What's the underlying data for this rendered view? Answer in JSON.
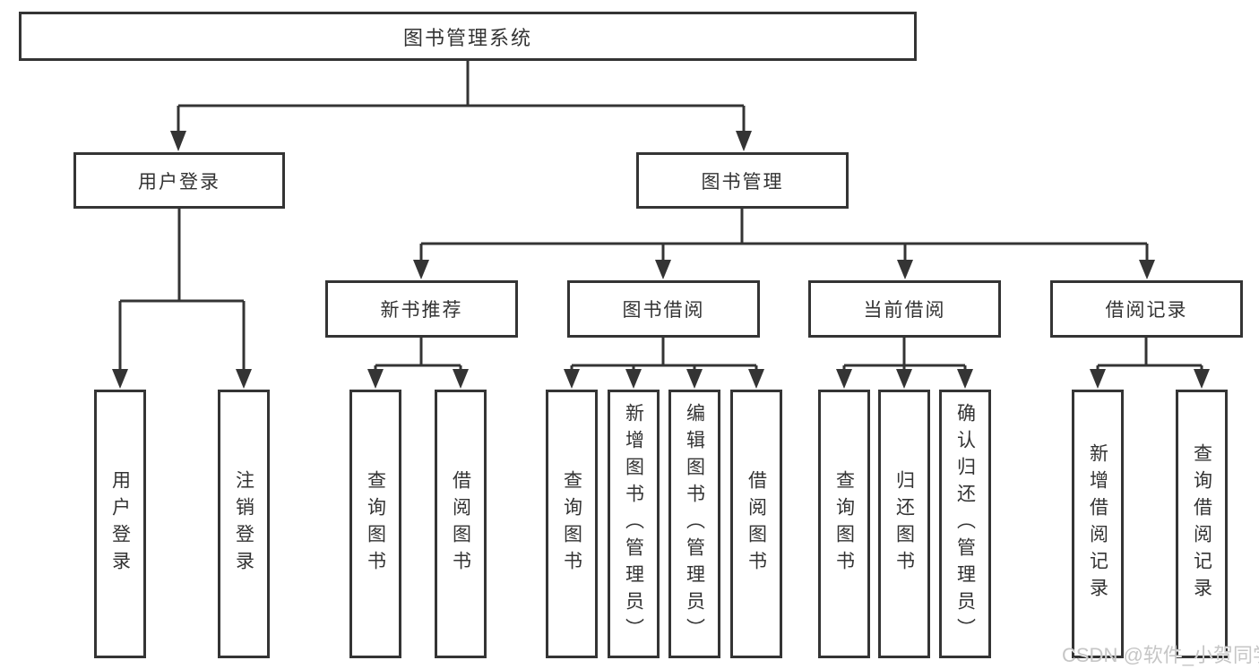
{
  "tree": {
    "root": "图书管理系统",
    "user_login": {
      "label": "用户登录",
      "children": [
        "用户登录",
        "注销登录"
      ]
    },
    "book_mgmt": {
      "label": "图书管理",
      "groups": [
        {
          "label": "新书推荐",
          "children": [
            "查询图书",
            "借阅图书"
          ]
        },
        {
          "label": "图书借阅",
          "children": [
            "查询图书",
            "新增图书（管理员）",
            "编辑图书（管理员）",
            "借阅图书"
          ]
        },
        {
          "label": "当前借阅",
          "children": [
            "查询图书",
            "归还图书",
            "确认归还（管理员）"
          ]
        },
        {
          "label": "借阅记录",
          "children": [
            "新增借阅记录",
            "查询借阅记录"
          ]
        }
      ]
    }
  },
  "watermark": "CSDN @软件_小贺同学",
  "colors": {
    "line": "#343434",
    "text": "#333333",
    "background": "#ffffff",
    "watermark": "#c6c6c6"
  }
}
